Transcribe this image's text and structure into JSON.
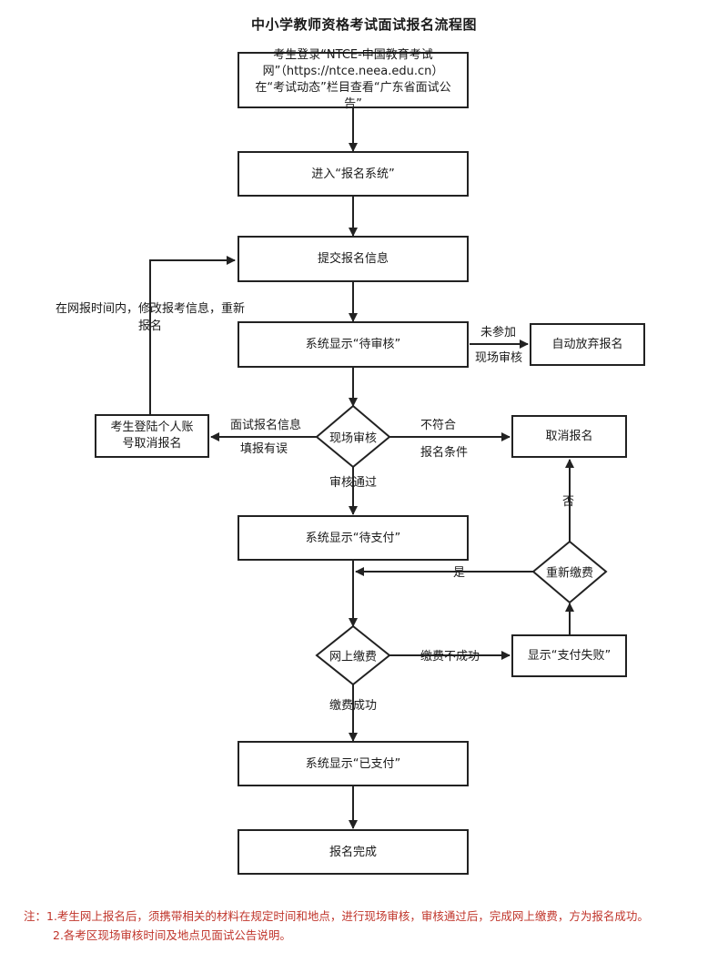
{
  "title": "中小学教师资格考试面试报名流程图",
  "nodes": {
    "login": "考生登录“NTCE-中国教育考试网”（https://ntce.neea.edu.cn）在“考试动态”栏目查看“广东省面试公告”",
    "enter": "进入“报名系统”",
    "submit": "提交报名信息",
    "pending_review": "系统显示“待审核”",
    "auto_give_up": "自动放弃报名",
    "onsite_review": "现场审核",
    "login_cancel": "考生登陆个人账号取消报名",
    "cancel": "取消报名",
    "pending_pay": "系统显示“待支付”",
    "repay": "重新缴费",
    "online_pay": "网上缴费",
    "pay_failed": "显示“支付失败”",
    "paid": "系统显示“已支付”",
    "done": "报名完成"
  },
  "edge_labels": {
    "modify_info": "在网报时间内，修改报考信息，重新报名",
    "not_attend": "未参加",
    "onsite_review": "现场审核",
    "info_error_1": "面试报名信息",
    "info_error_2": "填报有误",
    "not_meet_1": "不符合",
    "not_meet_2": "报名条件",
    "review_passed": "审核通过",
    "no": "否",
    "yes": "是",
    "pay_unsuccessful": "缴费不成功",
    "pay_success": "缴费成功"
  },
  "notes": [
    "注：1.考生网上报名后，须携带相关的材料在规定时间和地点，进行现场审核，审核通过后，完成网上缴费，方为报名成功。",
    "2.各考区现场审核时间及地点见面试公告说明。"
  ],
  "colors": {
    "line": "#222222",
    "note": "#c0352b"
  }
}
